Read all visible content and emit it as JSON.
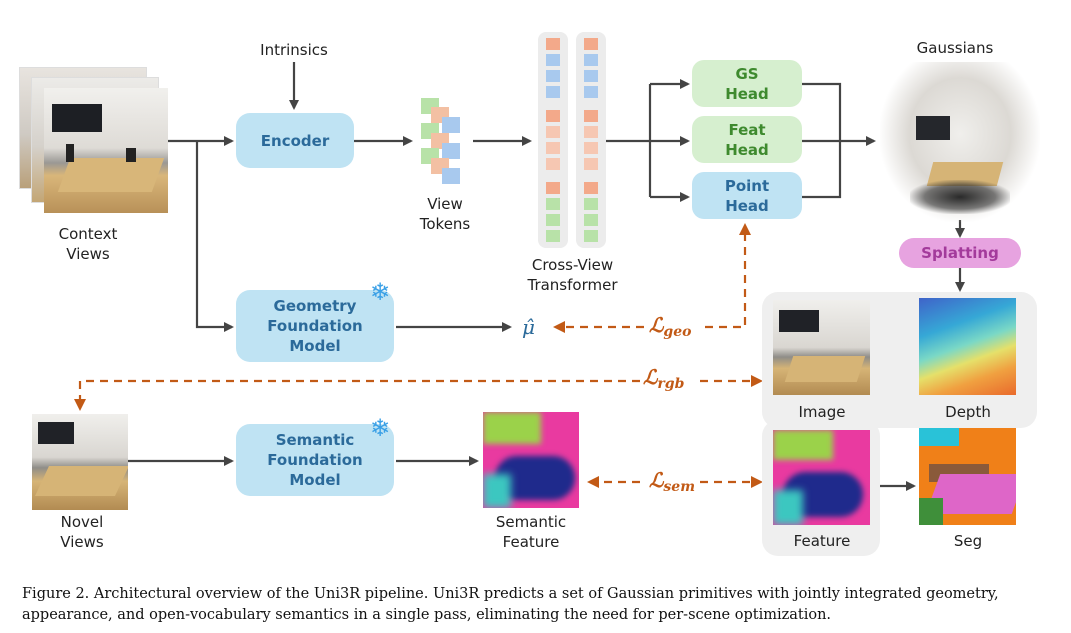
{
  "inputs": {
    "intrinsics": "Intrinsics",
    "context_views": "Context\nViews",
    "novel_views": "Novel\nViews"
  },
  "modules": {
    "encoder": "Encoder",
    "geometry_model": "Geometry\nFoundation\nModel",
    "semantic_model": "Semantic\nFoundation\nModel",
    "view_tokens": "View\nTokens",
    "transformer": "Cross-View\nTransformer",
    "gs_head": "GS\nHead",
    "feat_head": "Feat\nHead",
    "point_head": "Point\nHead",
    "splatting": "Splatting",
    "mu_hat": "μ̂"
  },
  "outputs": {
    "gaussians": "Gaussians",
    "image": "Image",
    "depth": "Depth",
    "feature": "Feature",
    "seg": "Seg",
    "semantic_feature": "Semantic\nFeature"
  },
  "losses": {
    "geo": "geo",
    "rgb": "rgb",
    "sem": "sem",
    "symbol": "ℒ"
  },
  "caption": "Figure 2. Architectural overview of the Uni3R pipeline. Uni3R predicts a set of Gaussian primitives with jointly integrated geometry, appearance, and open-vocabulary semantics in a single pass, eliminating the need for per-scene optimization.",
  "colors": {
    "module_blue": "#bfe3f3",
    "head_green": "#d6efcf",
    "loss_orange": "#c25a16",
    "splat_pink": "#e7a3e0"
  }
}
